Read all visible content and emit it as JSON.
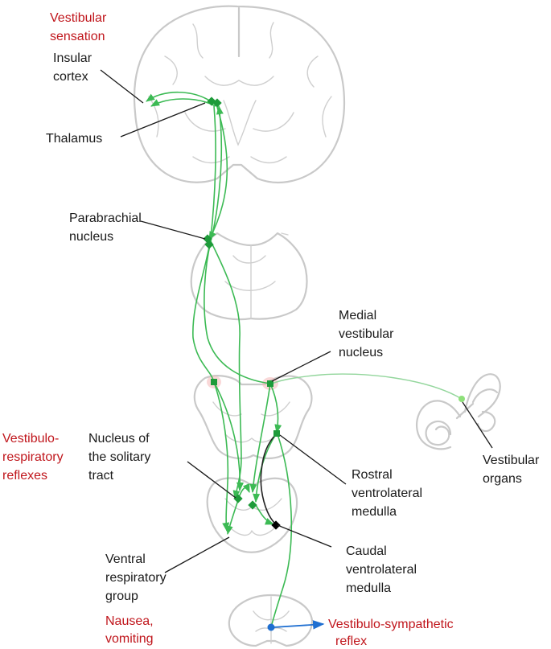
{
  "labels": {
    "vestibular_sensation": [
      "Vestibular",
      "sensation"
    ],
    "insular_cortex": [
      "Insular",
      "cortex"
    ],
    "thalamus": [
      "Thalamus"
    ],
    "parabrachial_nucleus": [
      "Parabrachial",
      "nucleus"
    ],
    "medial_vestibular_nucleus": [
      "Medial",
      "vestibular",
      "nucleus"
    ],
    "vestibulo_respiratory_reflexes": [
      "Vestibulo-",
      "respiratory",
      "reflexes"
    ],
    "nucleus_solitary_tract": [
      "Nucleus of",
      "the solitary",
      "tract"
    ],
    "rostral_ventrolateral_medulla": [
      "Rostral",
      "ventrolateral",
      "medulla"
    ],
    "vestibular_organs": [
      "Vestibular",
      "organs"
    ],
    "caudal_ventrolateral_medulla": [
      "Caudal",
      "ventrolateral",
      "medulla"
    ],
    "ventral_respiratory_group": [
      "Ventral",
      "respiratory",
      "group"
    ],
    "nausea_vomiting": [
      "Nausea,",
      "vomiting"
    ],
    "vestibulo_sympathetic_reflex": [
      "Vestibulo-sympathetic",
      "reflex"
    ]
  },
  "colors": {
    "effect_label": "#c0161c",
    "pathway": "#3cba54",
    "outline": "#c9c9c9",
    "sympathetic": "#1f6fd1",
    "caudal_node": "#000000"
  }
}
